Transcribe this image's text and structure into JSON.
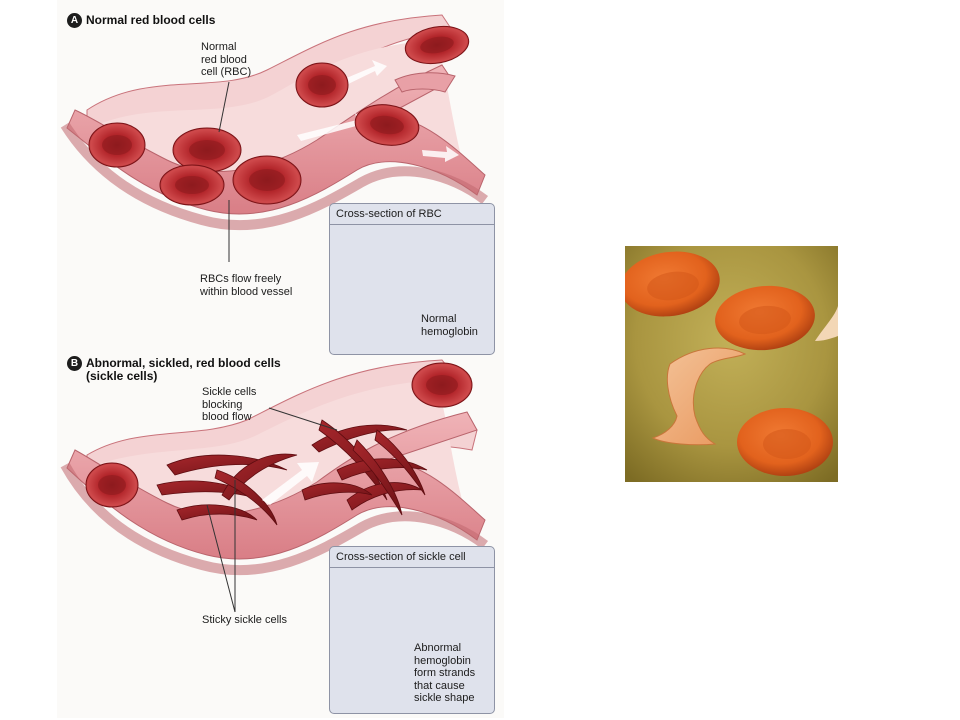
{
  "panel_a": {
    "badge": "A",
    "title": "Normal red blood cells",
    "label_rbc": "Normal\nred blood\ncell (RBC)",
    "label_flow": "RBCs flow freely\nwithin blood vessel",
    "inset_title": "Cross-section of RBC",
    "label_hemoglobin": "Normal\nhemoglobin"
  },
  "panel_b": {
    "badge": "B",
    "title": "Abnormal, sickled, red blood cells\n(sickle cells)",
    "label_blocking": "Sickle cells\nblocking\nblood flow",
    "label_sticky": "Sticky sickle cells",
    "inset_title": "Cross-section of sickle cell",
    "label_abnormal": "Abnormal\nhemoglobin\nform strands\nthat cause\nsickle shape"
  },
  "colors": {
    "vessel_wall": "#e5949b",
    "vessel_lumen": "#f7dcdc",
    "rbc": "#b3262b",
    "rbc_dark": "#7a1216",
    "inset_bg": "#dfe2ec",
    "photo_bg": "#b3a24a",
    "photo_cell": "#e2621d"
  }
}
